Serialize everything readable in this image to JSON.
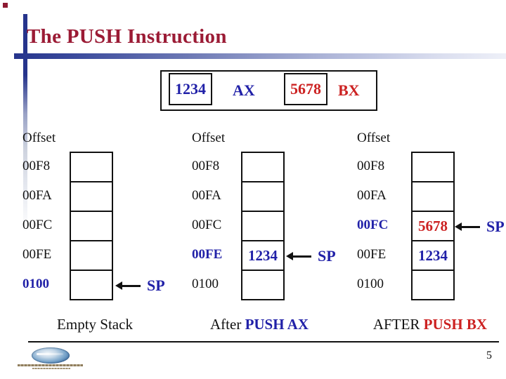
{
  "colors": {
    "title_red": "#9B1B35",
    "accent_blue": "#2121A8",
    "accent_red": "#CC2222",
    "bar_navy": "#26348C"
  },
  "slide": {
    "title": "The PUSH Instruction",
    "page_number": "5"
  },
  "registers": {
    "ax": {
      "value": "1234",
      "label": "AX"
    },
    "bx": {
      "value": "5678",
      "label": "BX"
    }
  },
  "stacks": [
    {
      "header": "Offset",
      "rows": [
        {
          "offset": "00F8",
          "value": ""
        },
        {
          "offset": "00FA",
          "value": ""
        },
        {
          "offset": "00FC",
          "value": ""
        },
        {
          "offset": "00FE",
          "value": ""
        },
        {
          "offset": "0100",
          "value": ""
        }
      ],
      "sp_label": "SP",
      "caption": {
        "prefix": "Empty Stack",
        "emphasis": ""
      }
    },
    {
      "header": "Offset",
      "rows": [
        {
          "offset": "00F8",
          "value": ""
        },
        {
          "offset": "00FA",
          "value": ""
        },
        {
          "offset": "00FC",
          "value": ""
        },
        {
          "offset": "00FE",
          "value": "1234"
        },
        {
          "offset": "0100",
          "value": ""
        }
      ],
      "sp_label": "SP",
      "caption": {
        "prefix": "After ",
        "emphasis": "PUSH AX"
      }
    },
    {
      "header": "Offset",
      "rows": [
        {
          "offset": "00F8",
          "value": ""
        },
        {
          "offset": "00FA",
          "value": ""
        },
        {
          "offset": "00FC",
          "value": "5678"
        },
        {
          "offset": "00FE",
          "value": "1234"
        },
        {
          "offset": "0100",
          "value": ""
        }
      ],
      "sp_label": "SP",
      "caption": {
        "prefix": "AFTER ",
        "emphasis": "PUSH BX"
      }
    }
  ]
}
